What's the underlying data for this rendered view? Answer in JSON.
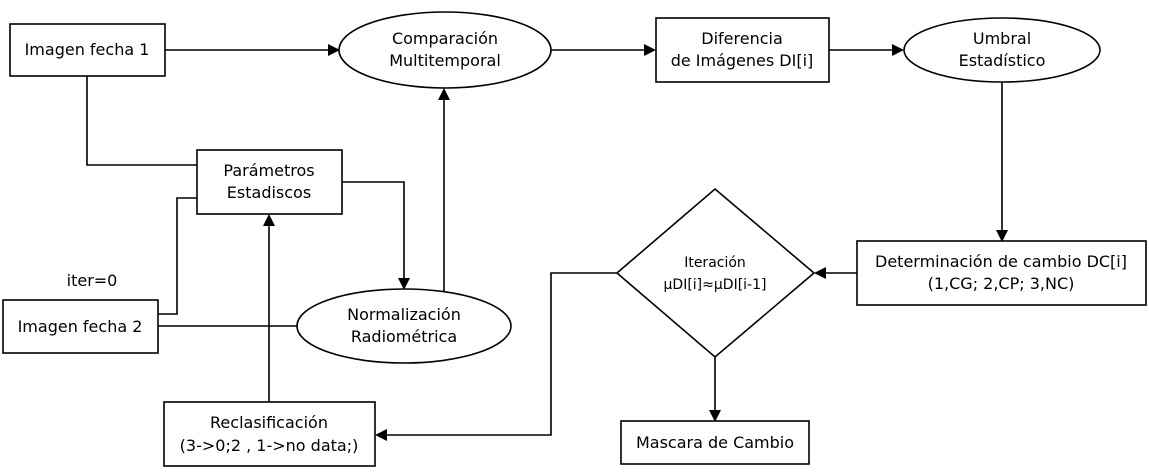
{
  "nodes": {
    "imagen_fecha_1": {
      "lines": [
        "Imagen fecha 1"
      ]
    },
    "comparacion": {
      "lines": [
        "Comparación",
        "Multitemporal"
      ]
    },
    "diferencia": {
      "lines": [
        "Diferencia",
        "de Imágenes DI[i]"
      ]
    },
    "umbral": {
      "lines": [
        "Umbral",
        "Estadístico"
      ]
    },
    "parametros": {
      "lines": [
        "Parámetros",
        "Estadiscos"
      ]
    },
    "iter_label": {
      "text": "iter=0"
    },
    "imagen_fecha_2": {
      "lines": [
        "Imagen fecha 2"
      ]
    },
    "normalizacion": {
      "lines": [
        "Normalización",
        "Radiométrica"
      ]
    },
    "iteracion": {
      "lines": [
        "Iteración",
        "µDI[i]≈µDI[i-1]"
      ]
    },
    "determinacion": {
      "lines": [
        "Determinación de cambio DC[i]",
        "(1,CG; 2,CP; 3,NC)"
      ]
    },
    "reclasificacion": {
      "lines": [
        "Reclasificación",
        "(3->0;2 , 1->no data;)"
      ]
    },
    "mascara": {
      "lines": [
        "Mascara de Cambio"
      ]
    }
  }
}
